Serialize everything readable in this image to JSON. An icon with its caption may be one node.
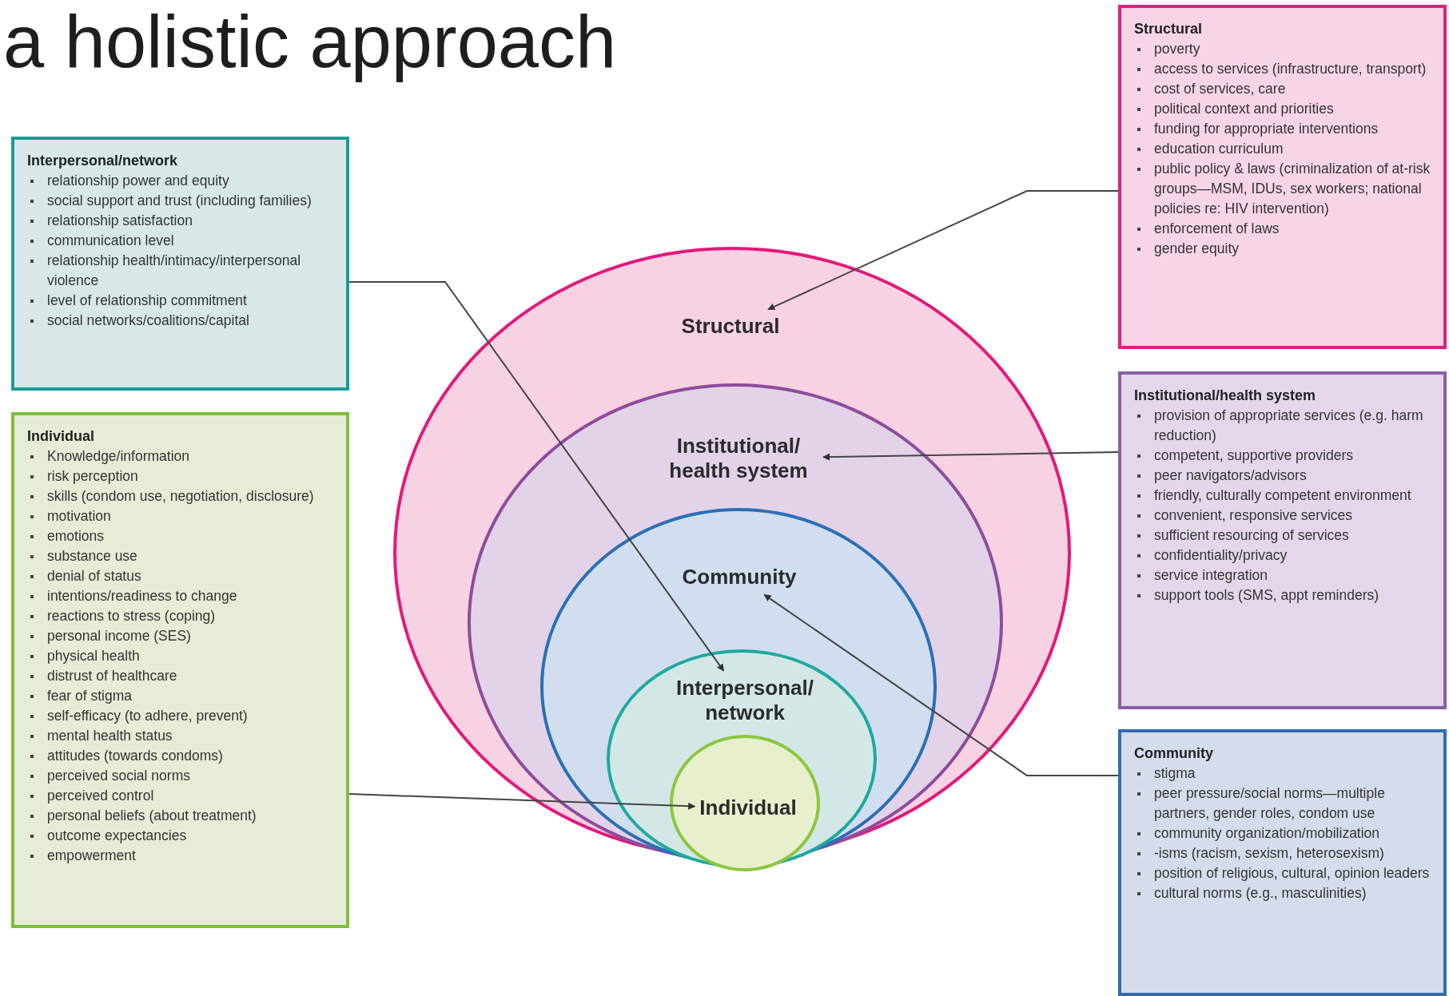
{
  "diagram": {
    "title": "a holistic approach",
    "nodes": [
      {
        "text": [
          "Structural"
        ]
      },
      {
        "text": [
          "Institutional/ health system"
        ],
        "in": 0
      },
      {
        "text": [
          "Community"
        ],
        "in": 1
      },
      {
        "text": [
          "Interpersonal/ network"
        ],
        "in": 2
      },
      {
        "text": [
          "Individual"
        ],
        "in": 3
      },
      {
        "text": [
          "Structural",
          "poverty",
          "access to services (infrastructure, transport)",
          "cost of services, care",
          "political context and priorities",
          "funding for appropriate interventions",
          "education curriculum",
          "public policy & laws (criminalization of at-risk groups—MSM, IDUs, sex workers; national policies re: HIV intervention)",
          "enforcement of laws",
          "gender equity"
        ]
      },
      {
        "text": [
          "Interpersonal/network",
          "relationship power and equity",
          "social support and trust (including families)",
          "relationship satisfaction",
          "communication level",
          "relationship health/intimacy/interpersonal violence",
          "level of relationship commitment",
          "social networks/coalitions/capital"
        ]
      },
      {
        "text": [
          "Institutional/health system",
          "provision of appropriate services (e.g. harm reduction)",
          "competent, supportive providers",
          "peer navigators/advisors",
          "friendly, culturally competent environment",
          "convenient, responsive services",
          "sufficient resourcing of services",
          "confidentiality/privacy",
          "service integration",
          "support tools (SMS, appt reminders)"
        ]
      },
      {
        "text": [
          "Individual",
          "Knowledge/information",
          "risk perception",
          "skills (condom use, negotiation, disclosure)",
          "motivation",
          "emotions",
          "substance use",
          "denial of status",
          "intentions/readiness to change",
          "reactions to stress (coping)",
          "personal income (SES)",
          "physical health",
          "distrust of healthcare",
          "fear of stigma",
          "self-efficacy (to adhere, prevent)",
          "mental health status",
          "attitudes (towards condoms)",
          "perceived social norms",
          "perceived control",
          "personal beliefs (about treatment)",
          "outcome expectancies",
          "empowerment"
        ]
      },
      {
        "text": [
          "Community",
          "stigma",
          "peer pressure/social norms—multiple partners, gender roles, condom use",
          "community organization/mobilization",
          "-isms (racism, sexism, heterosexism)",
          "position of religious, cultural, opinion leaders",
          "cultural norms (e.g., masculinities)"
        ]
      }
    ],
    "edges": [
      {
        "from": 5,
        "to": 0,
        "arrow": "to"
      },
      {
        "from": 6,
        "to": 3,
        "arrow": "to"
      },
      {
        "from": 7,
        "to": 1,
        "arrow": "to"
      },
      {
        "from": 8,
        "to": 4,
        "arrow": "to"
      },
      {
        "from": 9,
        "to": 2,
        "arrow": "to"
      }
    ]
  }
}
